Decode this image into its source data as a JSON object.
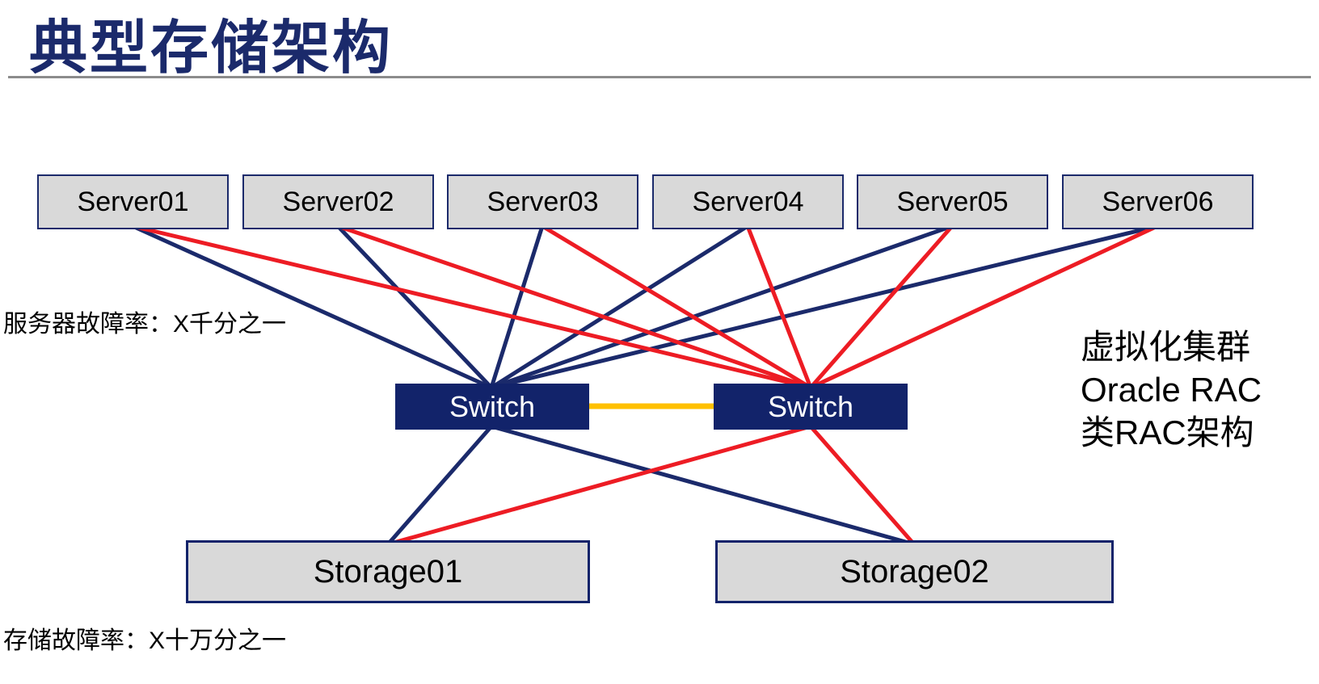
{
  "title": "典型存储架构",
  "nodes": {
    "servers": [
      "Server01",
      "Server02",
      "Server03",
      "Server04",
      "Server05",
      "Server06"
    ],
    "switches": [
      "Switch",
      "Switch"
    ],
    "storages": [
      "Storage01",
      "Storage02"
    ]
  },
  "annotations": {
    "server_failure_rate": "服务器故障率：X千分之一",
    "storage_failure_rate": "存储故障率：X十万分之一",
    "side_note": [
      "虚拟化集群",
      "Oracle RAC",
      "类RAC架构"
    ]
  },
  "colors": {
    "navy": "#1B2A6B",
    "switch_fill": "#12236A",
    "red": "#ED1C24",
    "interswitch_link_yellow": "#FFC000",
    "node_fill": "#D9D9D9",
    "title_navy": "#1B2A6B"
  },
  "connections": {
    "legend": {
      "navy_lines": "path to left switch",
      "red_lines": "path to right switch",
      "yellow_line": "inter-switch link"
    },
    "edges": [
      {
        "from": "Server01",
        "to": "Switch-left",
        "color": "navy"
      },
      {
        "from": "Server02",
        "to": "Switch-left",
        "color": "navy"
      },
      {
        "from": "Server03",
        "to": "Switch-left",
        "color": "navy"
      },
      {
        "from": "Server04",
        "to": "Switch-left",
        "color": "navy"
      },
      {
        "from": "Server05",
        "to": "Switch-left",
        "color": "navy"
      },
      {
        "from": "Server06",
        "to": "Switch-left",
        "color": "navy"
      },
      {
        "from": "Server01",
        "to": "Switch-right",
        "color": "red"
      },
      {
        "from": "Server02",
        "to": "Switch-right",
        "color": "red"
      },
      {
        "from": "Server03",
        "to": "Switch-right",
        "color": "red"
      },
      {
        "from": "Server04",
        "to": "Switch-right",
        "color": "red"
      },
      {
        "from": "Server05",
        "to": "Switch-right",
        "color": "red"
      },
      {
        "from": "Server06",
        "to": "Switch-right",
        "color": "red"
      },
      {
        "from": "Switch-left",
        "to": "Storage01",
        "color": "navy"
      },
      {
        "from": "Switch-left",
        "to": "Storage02",
        "color": "navy"
      },
      {
        "from": "Switch-right",
        "to": "Storage01",
        "color": "red"
      },
      {
        "from": "Switch-right",
        "to": "Storage02",
        "color": "red"
      },
      {
        "from": "Switch-left",
        "to": "Switch-right",
        "color": "yellow"
      }
    ]
  }
}
